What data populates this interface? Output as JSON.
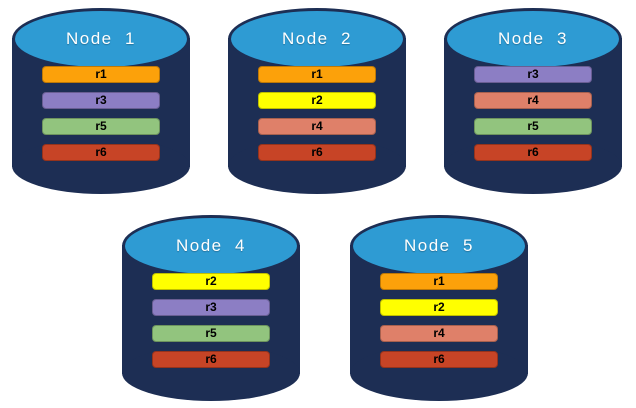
{
  "colors": {
    "background": "#FFFFFF",
    "cylinder_body": "#1D2E54",
    "cylinder_top_face": "#2E9BD3",
    "node_label_text": "#FFFFFF",
    "bar_label_text": "#000000"
  },
  "replica_colors": {
    "r1": "#FCA10A",
    "r2": "#FFFF00",
    "r3": "#8C7EC4",
    "r4": "#DF8069",
    "r5": "#92C47E",
    "r6": "#C74426"
  },
  "nodes": [
    {
      "label": "Node  1",
      "bars": [
        {
          "label": "r1",
          "color": "#FCA10A"
        },
        {
          "label": "r3",
          "color": "#8C7EC4"
        },
        {
          "label": "r5",
          "color": "#92C47E"
        },
        {
          "label": "r6",
          "color": "#C74426"
        }
      ]
    },
    {
      "label": "Node  2",
      "bars": [
        {
          "label": "r1",
          "color": "#FCA10A"
        },
        {
          "label": "r2",
          "color": "#FFFF00"
        },
        {
          "label": "r4",
          "color": "#DF8069"
        },
        {
          "label": "r6",
          "color": "#C74426"
        }
      ]
    },
    {
      "label": "Node  3",
      "bars": [
        {
          "label": "r3",
          "color": "#8C7EC4"
        },
        {
          "label": "r4",
          "color": "#DF8069"
        },
        {
          "label": "r5",
          "color": "#92C47E"
        },
        {
          "label": "r6",
          "color": "#C74426"
        }
      ]
    },
    {
      "label": "Node  4",
      "bars": [
        {
          "label": "r2",
          "color": "#FFFF00"
        },
        {
          "label": "r3",
          "color": "#8C7EC4"
        },
        {
          "label": "r5",
          "color": "#92C47E"
        },
        {
          "label": "r6",
          "color": "#C74426"
        }
      ]
    },
    {
      "label": "Node  5",
      "bars": [
        {
          "label": "r1",
          "color": "#FCA10A"
        },
        {
          "label": "r2",
          "color": "#FFFF00"
        },
        {
          "label": "r4",
          "color": "#DF8069"
        },
        {
          "label": "r6",
          "color": "#C74426"
        }
      ]
    }
  ]
}
